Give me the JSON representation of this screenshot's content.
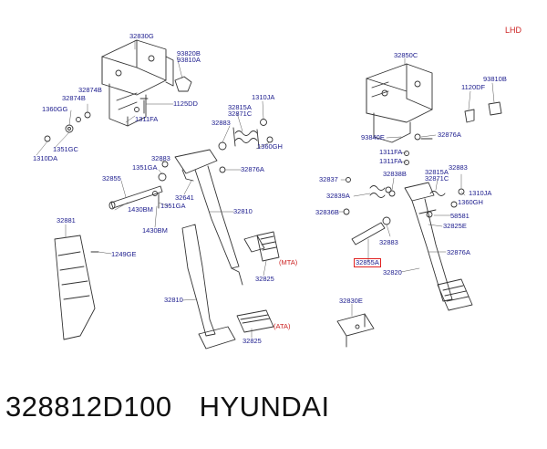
{
  "corner_label": "LHD",
  "caption": {
    "part_number": "328812D100",
    "brand": "HYUNDAI"
  },
  "labels": {
    "l32830G": "32830G",
    "l93820B": "93820B",
    "l93810A": "93810A",
    "l32874B_1": "32874B",
    "l32874B_2": "32874B",
    "l1360GG": "1360GG",
    "l1351GC": "1351GC",
    "l1310DA": "1310DA",
    "l1311FA_1": "1311FA",
    "l1125DD": "1125DD",
    "l32815A_1": "32815A",
    "l32871C_1": "32871C",
    "l1310JA_1": "1310JA",
    "l32883_1": "32883",
    "l1360GH_1": "1360GH",
    "l32883_2": "32883",
    "l1351GA_1": "1351GA",
    "l32876A_1": "32876A",
    "l32855": "32855",
    "l32641": "32641",
    "l1351GA_2": "1351GA",
    "l1430BM_1": "1430BM",
    "l1430BM_2": "1430BM",
    "l32810_1": "32810",
    "l32881": "32881",
    "l1249GE": "1249GE",
    "lMTA": "(MTA)",
    "l32825_1": "32825",
    "l32810_2": "32810",
    "lATA": "(ATA)",
    "l32825_2": "32825",
    "l32850C": "32850C",
    "l93810B": "93810B",
    "l1120DF": "1120DF",
    "l93840E": "93840E",
    "l32876A_2": "32876A",
    "l1311FA_2": "1311FA",
    "l1311FA_3": "1311FA",
    "l32837": "32837",
    "l32838B": "32838B",
    "l32815A_2": "32815A",
    "l32871C_2": "32871C",
    "l32883_3": "32883",
    "l32839A": "32839A",
    "l1310JA_2": "1310JA",
    "l1360GH_2": "1360GH",
    "l32836B": "32836B",
    "l58581": "58581",
    "l32825E": "32825E",
    "l32883_4": "32883",
    "l32876A_3": "32876A",
    "l32855A": "32855A",
    "l32820": "32820",
    "l32830E": "32830E"
  }
}
